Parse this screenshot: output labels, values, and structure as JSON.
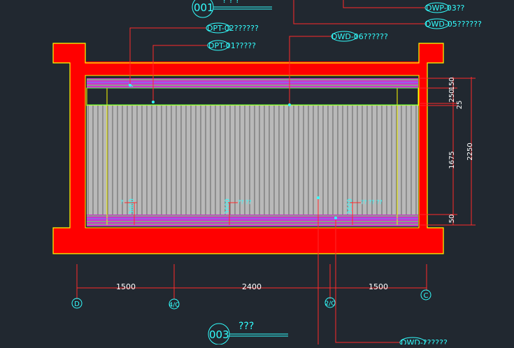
{
  "colors": {
    "background": "#212830",
    "wall_fill": "#ff0000",
    "outline": "#ffff00",
    "dimension": "#ff2a2a",
    "leader": "#ff2a2a",
    "text_cyan": "#33ffff",
    "dim_text": "#ffffff",
    "panel_fill": "#b9b9b9",
    "panel_line": "#4d4d4d",
    "trim_purple": "#cc33cc",
    "trim_green": "#55ff55",
    "bulb_blue": "#6688ff"
  },
  "title_top": {
    "number": "001",
    "text": "? ? ?"
  },
  "title_bottom": {
    "number": "003",
    "text": "???"
  },
  "tags": {
    "dpt02": "DPT-02??????",
    "dpt01": "DPT-01?????",
    "dwd06": "DWD-06??????",
    "dwp03": "DWP-03??",
    "dwd05": "DWD-05??????",
    "dwd_bottom": "DWD-??????"
  },
  "dims_bottom": {
    "d1": "1500",
    "d2": "2400",
    "d3": "1500"
  },
  "dims_right": {
    "d150": "150",
    "d250": "250",
    "d25": "25",
    "d1675": "1675",
    "d50": "50",
    "total": "2250"
  },
  "grid_axes": {
    "a": "D",
    "b": "4/C",
    "c": "2/C",
    "d": "C"
  },
  "notes": {
    "n1": "3600",
    "n2": "3600",
    "n3": "3600",
    "q1": "?",
    "q2": "?? ??",
    "q3": "?? ?? ??"
  }
}
